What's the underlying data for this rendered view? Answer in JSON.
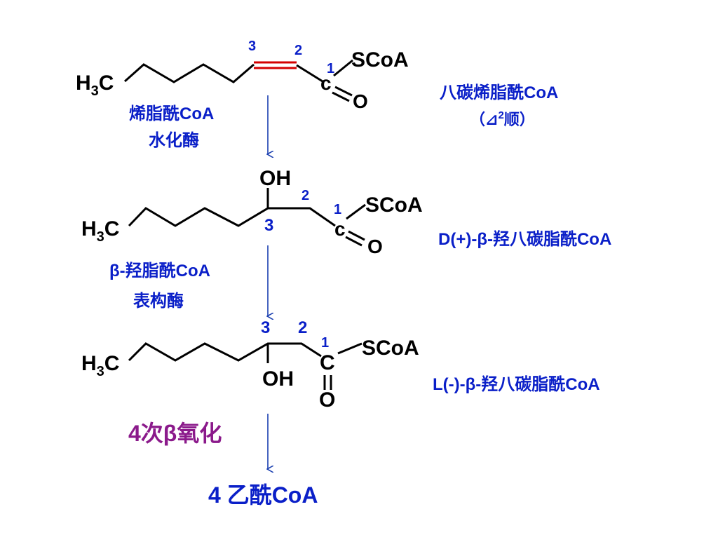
{
  "colors": {
    "blue": "#0a1fc8",
    "black": "#000000",
    "red": "#d40000",
    "purple": "#8b1a8b",
    "arrow": "#1a3fb0"
  },
  "mol1": {
    "h3c": {
      "h": "H",
      "sub": "3",
      "c": "C"
    },
    "c_label": "c",
    "o_label": "O",
    "scoa": "SCoA",
    "num3": "3",
    "num2": "2",
    "num1": "1",
    "name": "八碳烯脂酰CoA",
    "name2_open": "（",
    "name2_delta": "⊿",
    "name2_sup": "2",
    "name2_rest": "顺）"
  },
  "enzyme1": {
    "line1": "烯脂酰CoA",
    "line2": "水化酶"
  },
  "mol2": {
    "h3c": {
      "h": "H",
      "sub": "3",
      "c": "C"
    },
    "oh": "OH",
    "c_label": "c",
    "o_label": "O",
    "scoa": "SCoA",
    "num3": "3",
    "num2": "2",
    "num1": "1",
    "name": "D(+)-β-羟八碳脂酰CoA"
  },
  "enzyme2": {
    "line1": "β-羟脂酰CoA",
    "line2": "表构酶"
  },
  "mol3": {
    "h3c": {
      "h": "H",
      "sub": "3",
      "c": "C"
    },
    "oh": "OH",
    "c_label": "C",
    "o_label": "O",
    "scoa": "SCoA",
    "num3": "3",
    "num2": "2",
    "num1": "1",
    "name": "L(-)-β-羟八碳脂酰CoA"
  },
  "step4": {
    "label": "4次β氧化"
  },
  "product": {
    "label": "4 乙酰CoA"
  }
}
